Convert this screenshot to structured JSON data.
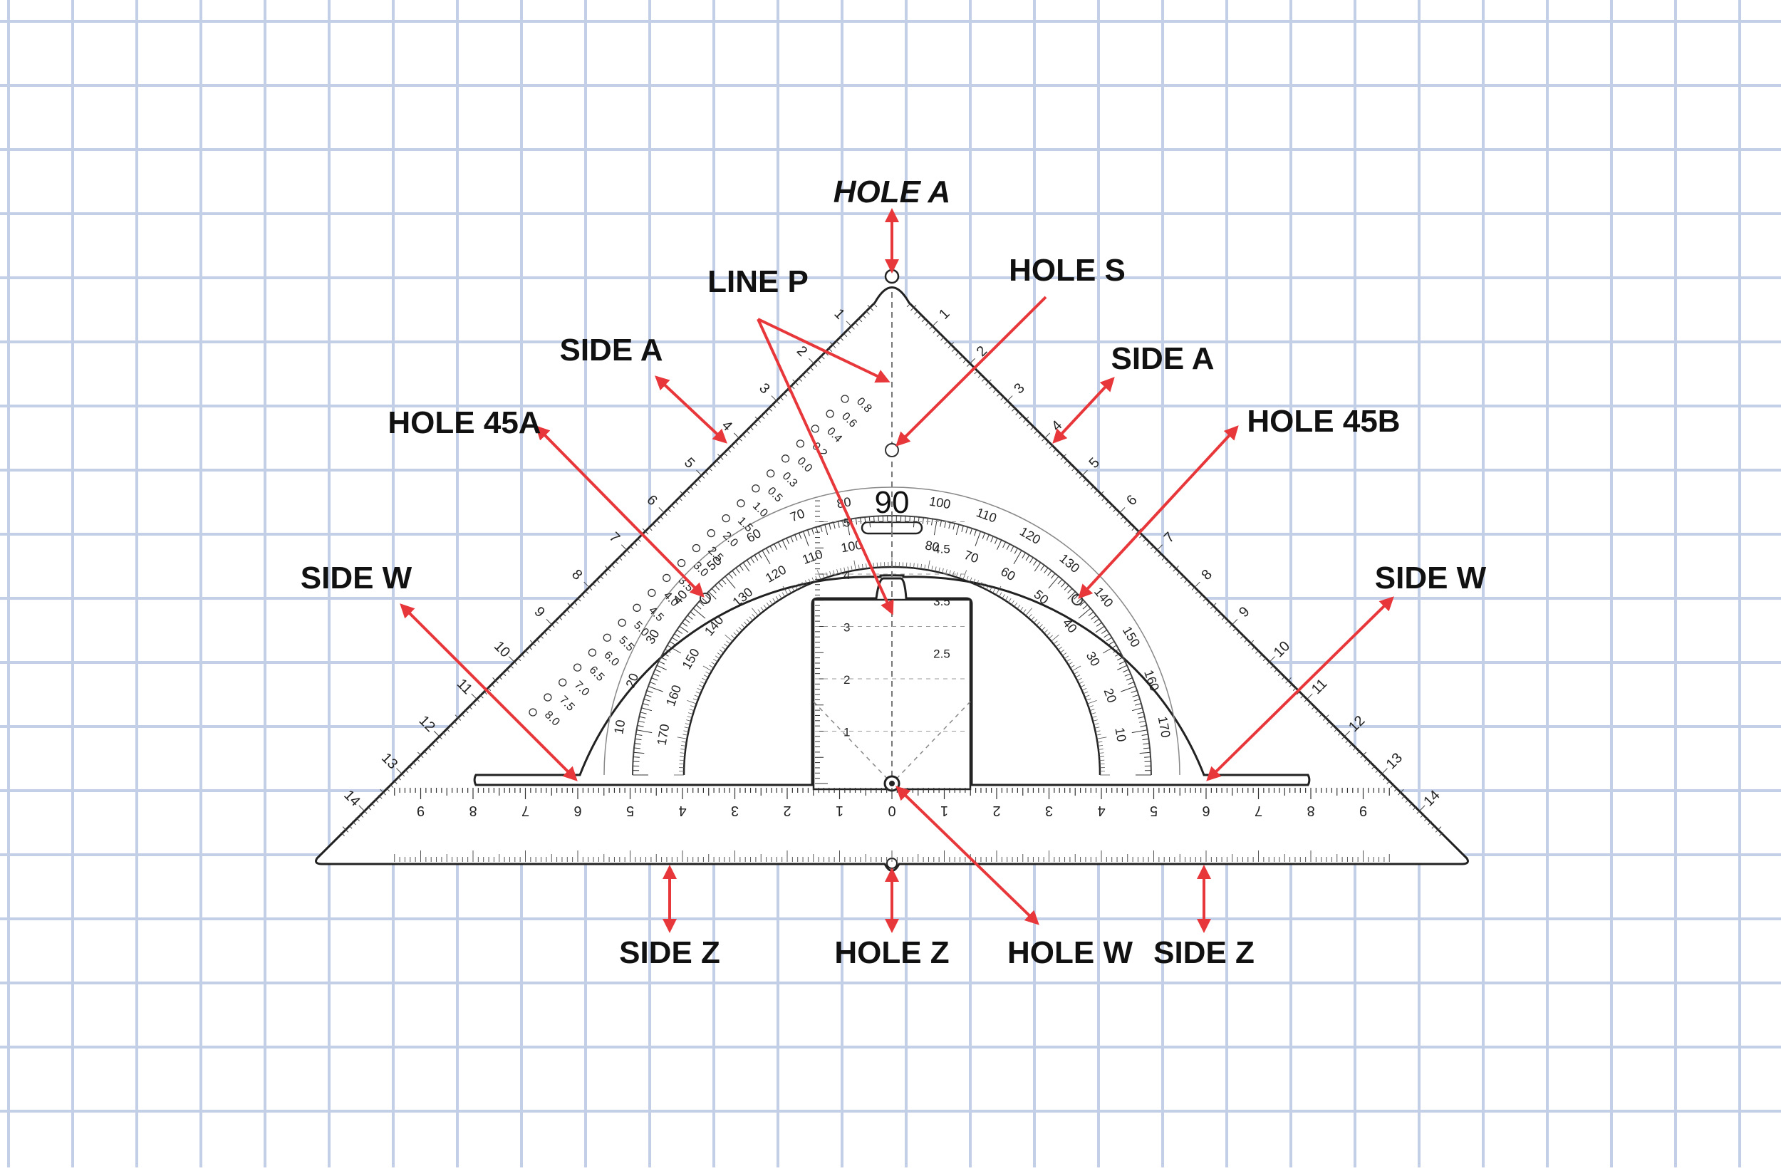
{
  "colors": {
    "background": "#ffffff",
    "grid": "#c2cfe6",
    "arrow": "#e8373a",
    "outline": "#222222",
    "label": "#111111"
  },
  "labels": {
    "hole_a": "HOLE A",
    "line_p": "LINE P",
    "hole_s": "HOLE S",
    "side_a_left": "SIDE A",
    "side_a_right": "SIDE A",
    "hole_45a": "HOLE 45A",
    "hole_45b": "HOLE 45B",
    "side_w_left": "SIDE W",
    "side_w_right": "SIDE W",
    "side_z_left": "SIDE Z",
    "hole_z": "HOLE Z",
    "hole_w": "HOLE W",
    "side_z_right": "SIDE Z"
  },
  "protractor_center_label": "90",
  "bottom_scale": [
    "9",
    "8",
    "7",
    "6",
    "5",
    "4",
    "3",
    "2",
    "1",
    "0",
    "1",
    "2",
    "3",
    "4",
    "5",
    "6",
    "7",
    "8",
    "9"
  ],
  "edge_scale": [
    "1",
    "2",
    "3",
    "4",
    "5",
    "6",
    "7",
    "8",
    "9",
    "10",
    "11",
    "12",
    "13",
    "14"
  ],
  "degrees_outer": [
    "10",
    "20",
    "30",
    "40",
    "50",
    "60",
    "70",
    "80",
    "90",
    "100",
    "110",
    "120",
    "130",
    "140",
    "150",
    "160",
    "170"
  ],
  "degrees_inner": [
    "170",
    "160",
    "150",
    "140",
    "130",
    "120",
    "110",
    "100",
    "90",
    "80",
    "70",
    "60",
    "50",
    "40",
    "30",
    "20",
    "10"
  ],
  "vertical_scale": [
    "1",
    "2",
    "3",
    "4",
    "5"
  ],
  "half_scale": [
    "2.5",
    "3.5",
    "4.5"
  ],
  "hole_scale_outer": [
    "0.8",
    "0.6",
    "0.4",
    "0.2",
    "0.0",
    "0.3",
    "0.5",
    "1.0",
    "1.5",
    "2.0",
    "2.5",
    "3.0",
    "3.5",
    "4.0",
    "4.5",
    "5.0",
    "5.5",
    "6.0",
    "6.5",
    "7.0",
    "7.5",
    "8.0"
  ]
}
